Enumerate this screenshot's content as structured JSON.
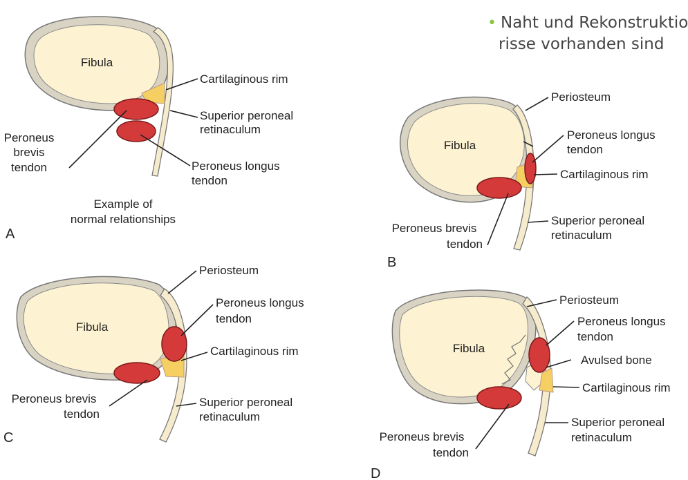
{
  "top_text": {
    "line1": "Naht und Rekonstruktio",
    "line2": "risse vorhanden sind",
    "bullet_color": "#8cc63f"
  },
  "colors": {
    "bone_fill": "#fdf3d2",
    "bone_outline": "#d9d3c4",
    "tendon": "#d43a3a",
    "cartilage": "#f5cf62"
  },
  "panel_a": {
    "letter": "A",
    "fibula": "Fibula",
    "cartilaginous_rim": "Cartilaginous rim",
    "superior_1": "Superior peroneal",
    "superior_2": "retinaculum",
    "brevis_1": "Peroneus",
    "brevis_2": "brevis",
    "brevis_3": "tendon",
    "longus_1": "Peroneus longus",
    "longus_2": "tendon",
    "caption_1": "Example of",
    "caption_2": "normal relationships"
  },
  "panel_b": {
    "letter": "B",
    "fibula": "Fibula",
    "periosteum": "Periosteum",
    "longus_1": "Peroneus longus",
    "longus_2": "tendon",
    "cartilaginous_rim": "Cartilaginous rim",
    "brevis_1": "Peroneus brevis",
    "brevis_2": "tendon",
    "superior_1": "Superior peroneal",
    "superior_2": "retinaculum"
  },
  "panel_c": {
    "letter": "C",
    "fibula": "Fibula",
    "periosteum": "Periosteum",
    "longus_1": "Peroneus longus",
    "longus_2": "tendon",
    "cartilaginous_rim": "Cartilaginous rim",
    "brevis_1": "Peroneus brevis",
    "brevis_2": "tendon",
    "superior_1": "Superior peroneal",
    "superior_2": "retinaculum"
  },
  "panel_d": {
    "letter": "D",
    "fibula": "Fibula",
    "periosteum": "Periosteum",
    "longus_1": "Peroneus longus",
    "longus_2": "tendon",
    "avulsed": "Avulsed bone",
    "cartilaginous_rim": "Cartilaginous rim",
    "brevis_1": "Peroneus brevis",
    "brevis_2": "tendon",
    "superior_1": "Superior peroneal",
    "superior_2": "retinaculum"
  }
}
